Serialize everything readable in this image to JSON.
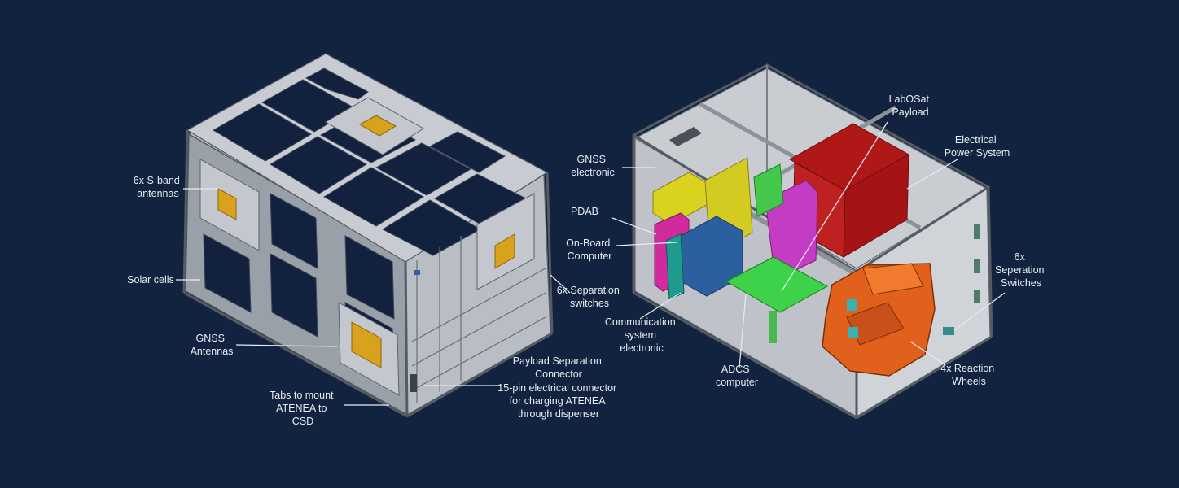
{
  "diagram": {
    "left_labels": {
      "sband": [
        "6x S-band",
        "antennas"
      ],
      "solar": "Solar cells",
      "gnss_ant": [
        "GNSS",
        "Antennas"
      ],
      "tabs": [
        "Tabs to mount",
        "ATENEA to",
        "CSD"
      ],
      "payload_sep": [
        "Payload Separation",
        "Connector"
      ],
      "connector": [
        "15-pin electrical connector",
        "for charging ATENEA",
        "through dispenser"
      ],
      "sep_switches": [
        "6x Separation",
        "switches"
      ]
    },
    "right_labels": {
      "gnss_elec": [
        "GNSS",
        "electronic"
      ],
      "pdab": "PDAB",
      "obc": [
        "On-Board",
        "Computer"
      ],
      "comm": [
        "Communication",
        "system",
        "electronic"
      ],
      "adcs": [
        "ADCS",
        "computer"
      ],
      "labosat": [
        "LabOSat",
        "Payload"
      ],
      "eps": [
        "Electrical",
        "Power System"
      ],
      "sep_switches": [
        "6x",
        "Seperation",
        "Switches"
      ],
      "wheels": [
        "4x Reaction",
        "Wheels"
      ]
    },
    "colors": {
      "background": "#11233f",
      "frame": "#b9bec5",
      "solar_cell": "#12213d",
      "antenna_patch": "#d9a21c",
      "labosat_payload": "#b01818",
      "eps": "#b01818",
      "gnss_electronic": "#d9d21e",
      "pdab": "#d02a9c",
      "obc": "#2c5fa0",
      "comm_electronic": "#1f9a8f",
      "adcs": "#3ed14a",
      "magenta_board": "#c43cc4",
      "reaction_wheels": "#e0601c"
    }
  }
}
